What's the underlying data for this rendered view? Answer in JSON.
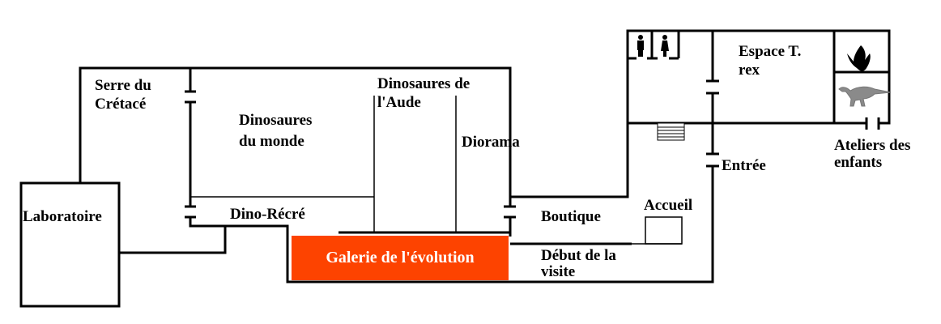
{
  "rooms": {
    "serre": "Serre du Crétacé",
    "laboratoire": "Laboratoire",
    "dino_monde": "Dinosaures du monde",
    "dino_aude": "Dinosaures de l'Aude",
    "diorama": "Diorama",
    "dino_recre": "Dino-Récré",
    "galerie": "Galerie de l'évolution",
    "boutique": "Boutique",
    "accueil": "Accueil",
    "debut": "Début de la visite",
    "entree": "Entrée",
    "espace_trex": "Espace T. rex",
    "ateliers": "Ateliers des enfants"
  },
  "colors": {
    "galerie": "#fd4300",
    "walls": "#000000"
  }
}
